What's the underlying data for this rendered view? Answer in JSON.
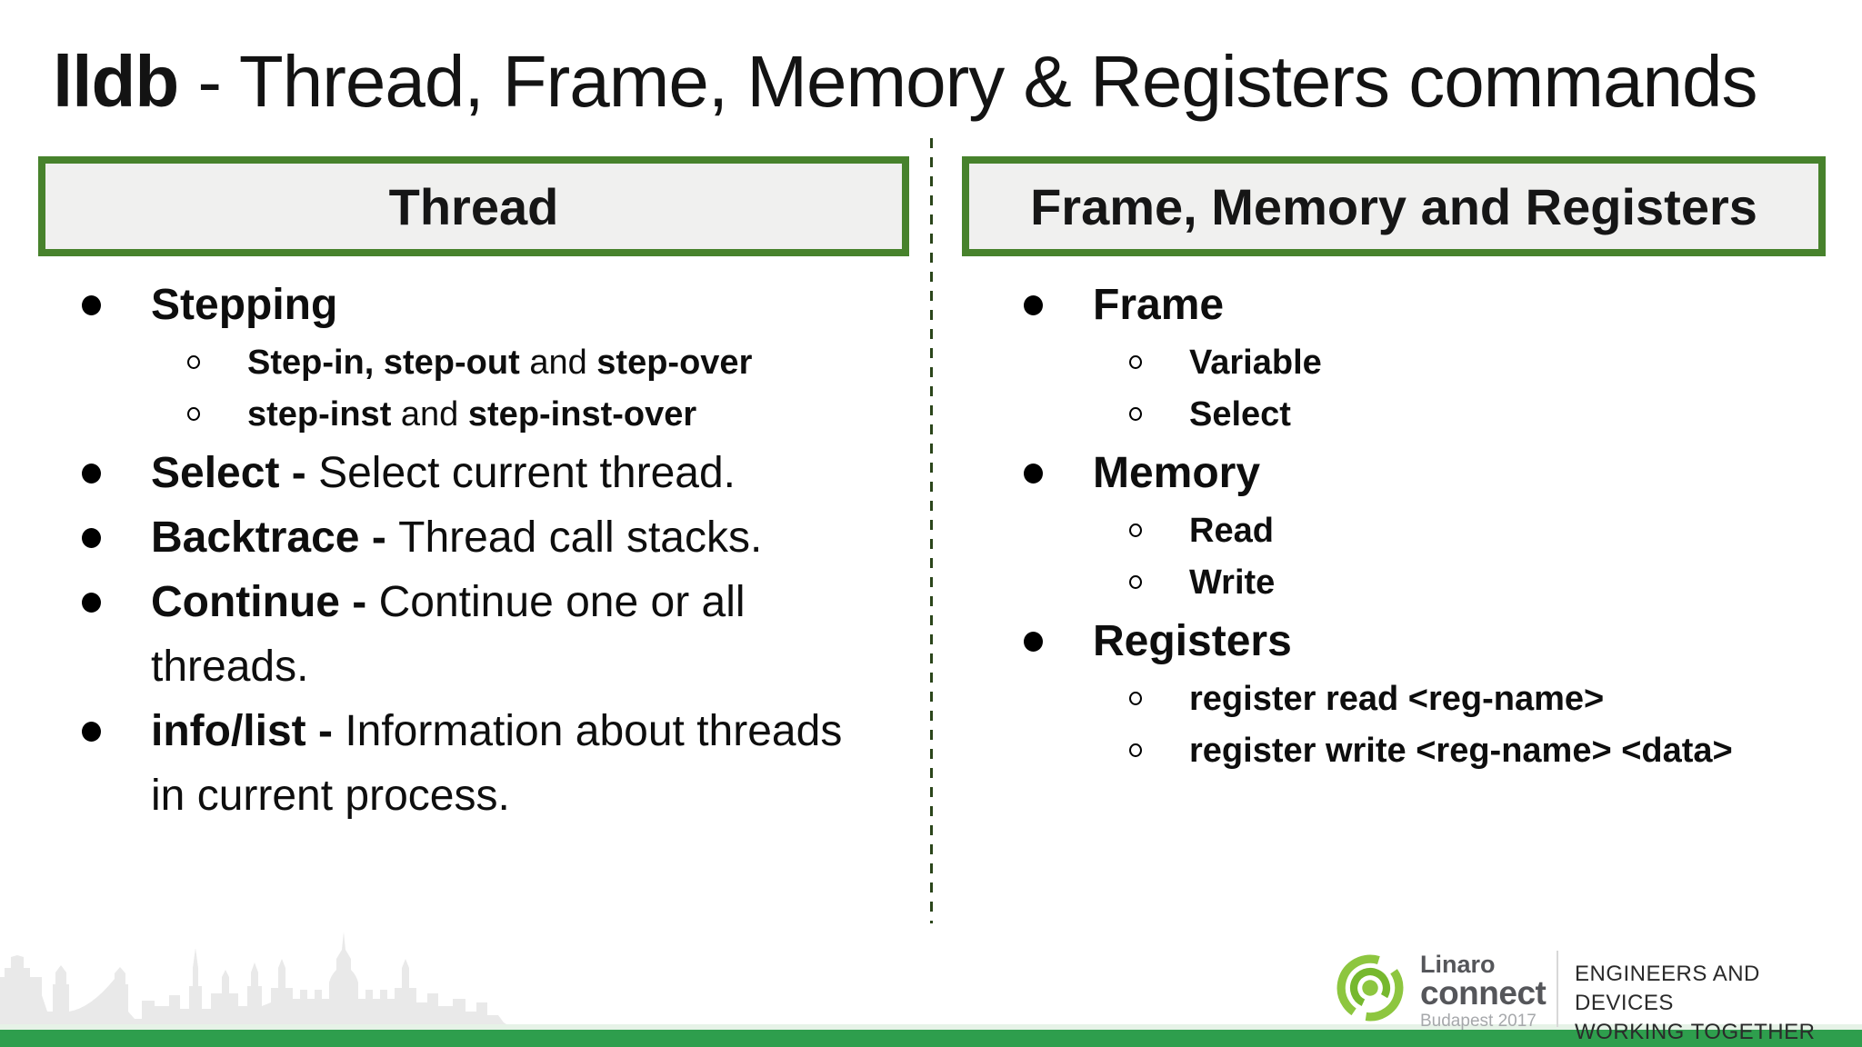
{
  "slide": {
    "title": {
      "brand": "lldb",
      "rest": " - Thread, Frame, Memory & Registers commands"
    },
    "columns": [
      {
        "header": "Thread",
        "items": [
          {
            "level": 1,
            "segments": [
              {
                "t": "Stepping",
                "b": true
              }
            ]
          },
          {
            "level": 2,
            "segments": [
              {
                "t": "Step-in, step-out",
                "b": true
              },
              {
                "t": " and ",
                "b": false
              },
              {
                "t": "step-over",
                "b": true
              }
            ]
          },
          {
            "level": 2,
            "segments": [
              {
                "t": "step-inst",
                "b": true
              },
              {
                "t": " and ",
                "b": false
              },
              {
                "t": "step-inst-over",
                "b": true
              }
            ]
          },
          {
            "level": 1,
            "segments": [
              {
                "t": "Select - ",
                "b": true
              },
              {
                "t": "Select current thread.",
                "b": false
              }
            ]
          },
          {
            "level": 1,
            "segments": [
              {
                "t": "Backtrace - ",
                "b": true
              },
              {
                "t": "Thread call stacks.",
                "b": false
              }
            ]
          },
          {
            "level": 1,
            "segments": [
              {
                "t": "Continue - ",
                "b": true
              },
              {
                "t": "Continue one or all threads.",
                "b": false
              }
            ]
          },
          {
            "level": 1,
            "segments": [
              {
                "t": "info/list - ",
                "b": true
              },
              {
                "t": "Information about threads in current process.",
                "b": false
              }
            ]
          }
        ]
      },
      {
        "header": "Frame, Memory and Registers",
        "items": [
          {
            "level": 1,
            "segments": [
              {
                "t": "Frame",
                "b": true
              }
            ]
          },
          {
            "level": 2,
            "segments": [
              {
                "t": "Variable",
                "b": true
              }
            ]
          },
          {
            "level": 2,
            "segments": [
              {
                "t": "Select",
                "b": true
              }
            ]
          },
          {
            "level": 1,
            "segments": [
              {
                "t": "Memory",
                "b": true
              }
            ]
          },
          {
            "level": 2,
            "segments": [
              {
                "t": "Read",
                "b": true
              }
            ]
          },
          {
            "level": 2,
            "segments": [
              {
                "t": "Write",
                "b": true
              }
            ]
          },
          {
            "level": 1,
            "segments": [
              {
                "t": "Registers",
                "b": true
              }
            ]
          },
          {
            "level": 2,
            "segments": [
              {
                "t": "register read <reg-name>",
                "b": true
              }
            ]
          },
          {
            "level": 2,
            "segments": [
              {
                "t": "register write <reg-name> <data>",
                "b": true
              }
            ]
          }
        ]
      }
    ],
    "footer": {
      "logo": {
        "line1": "Linaro",
        "line2": "connect",
        "line3": "Budapest 2017"
      },
      "tagline_line1": "ENGINEERS AND DEVICES",
      "tagline_line2": "WORKING TOGETHER"
    },
    "colors": {
      "header_box_border": "#47822c",
      "header_box_fill": "#f0f0ef",
      "divider_dash": "#2a451a",
      "footer_bar_green": "#2e9e4d",
      "linaro_green": "#8dc63f",
      "linaro_green_dark": "#76b82e",
      "logo_text_gray": "#55565a",
      "logo_subtext_gray": "#a6a8ab",
      "skyline_gray": "#e9e9e9"
    }
  }
}
